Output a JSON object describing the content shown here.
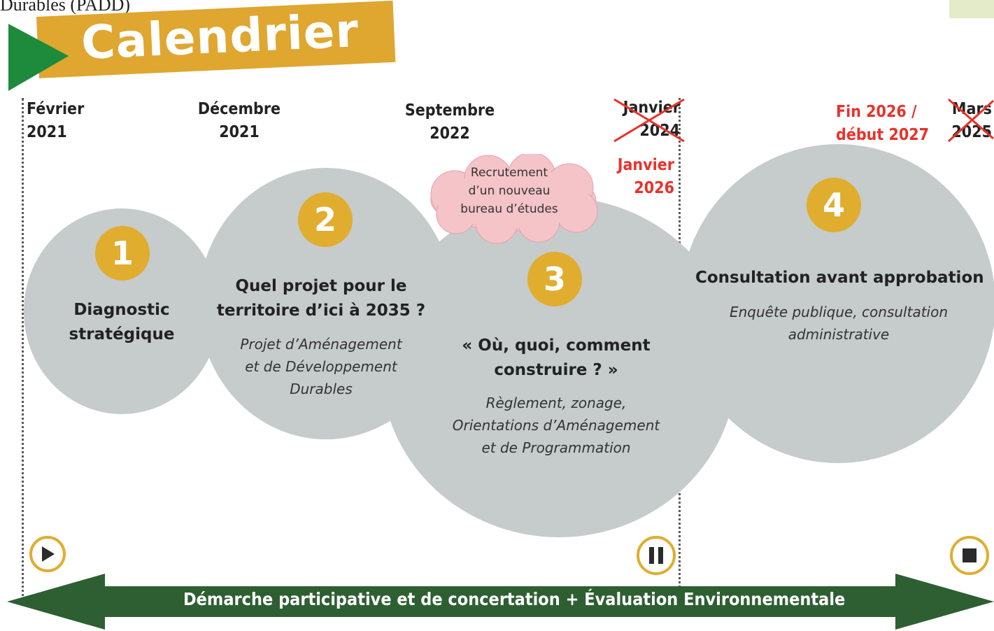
{
  "header": {
    "caption": "Durables (PADD)",
    "title": "Calendrier"
  },
  "dates": {
    "d1": [
      "Février",
      "2021"
    ],
    "d2": [
      "Décembre",
      "2021"
    ],
    "d3": [
      "Septembre",
      "2022"
    ],
    "d4_old": [
      "Janvier",
      "2024"
    ],
    "d4_new": [
      "Janvier",
      "2026"
    ],
    "d5_new": [
      "Fin 2026 /",
      "début 2027"
    ],
    "d5_old": [
      "Mars",
      "2025"
    ]
  },
  "steps": [
    {
      "number": "1",
      "title": "Diagnostic\nstratégique",
      "desc": ""
    },
    {
      "number": "2",
      "title": "Quel projet pour le\nterritoire d’ici à 2035 ?",
      "desc": "Projet d’Aménagement\net de Développement\nDurables"
    },
    {
      "number": "3",
      "title": "« Où, quoi, comment\nconstruire ? »",
      "desc": "Règlement, zonage,\nOrientations d’Aménagement\net de Programmation"
    },
    {
      "number": "4",
      "title": "Consultation avant approbation",
      "desc": "Enquête publique, consultation\nadministrative"
    }
  ],
  "cloud": {
    "text": "Recrutement\nd’un nouveau\nbureau d’études"
  },
  "bottom_arrow": {
    "label": "Démarche participative et de concertation + Évaluation Environnementale"
  },
  "colors": {
    "gold": "#e0ad2e",
    "grey": "#c6cbcc",
    "green": "#2e5f32",
    "red": "#e8322b",
    "pink": "#f4c4c8"
  },
  "icons": [
    "play-icon",
    "pause-icon",
    "stop-icon",
    "play-triangle-icon"
  ]
}
